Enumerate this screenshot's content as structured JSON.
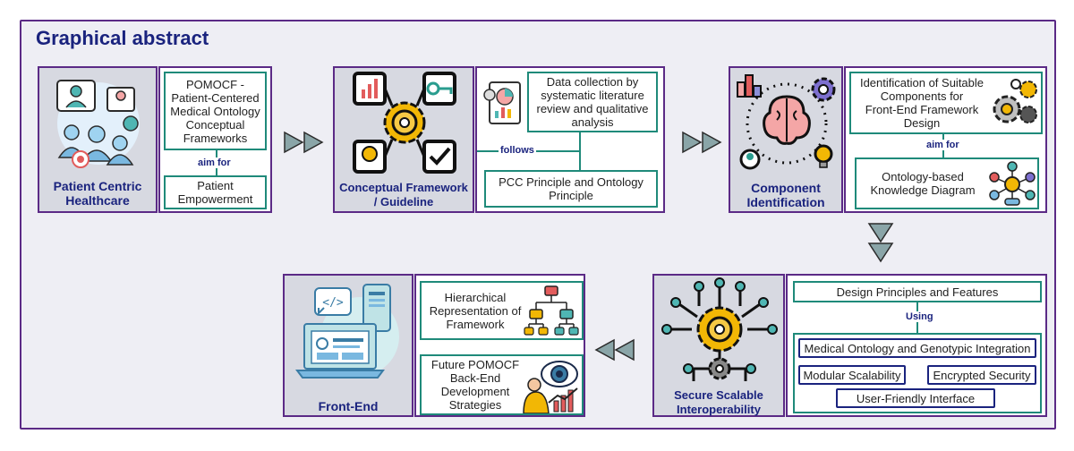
{
  "title": "Graphical abstract",
  "block1": {
    "caption_line1": "Patient Centric",
    "caption_line2": "Healthcare",
    "box_top_lines": [
      "POMOCF -",
      "Patient-Centered",
      "Medical Ontology",
      "Conceptual",
      "Frameworks"
    ],
    "connector": "aim for",
    "box_bottom_lines": [
      "Patient",
      "Empowerment"
    ]
  },
  "block2": {
    "caption_line1": "Conceptual Framework",
    "caption_line2": "/ Guideline",
    "box_top_lines": [
      "Data collection by",
      "systematic literature",
      "review and qualitative",
      "analysis"
    ],
    "connector": "follows",
    "box_bottom_lines": [
      "PCC Principle and Ontology",
      "Principle"
    ]
  },
  "block3": {
    "caption_line1": "Component",
    "caption_line2": "Identification",
    "box_top_lines": [
      "Identification of Suitable",
      "Components for",
      "Front-End Framework",
      "Design"
    ],
    "connector": "aim for",
    "box_bottom_lines": [
      "Ontology-based",
      "Knowledge Diagram"
    ]
  },
  "block4": {
    "caption_line1": "Secure Scalable",
    "caption_line2": "Interoperability",
    "header": "Design Principles and Features",
    "connector": "Using",
    "items": [
      "Medical Ontology and Genotypic Integration",
      "Modular Scalability",
      "Encrypted Security",
      "User-Friendly Interface"
    ]
  },
  "block5": {
    "caption": "Front-End",
    "box_top_lines": [
      "Hierarchical",
      "Representation of",
      "Framework"
    ],
    "box_bottom_lines": [
      "Future POMOCF",
      "Back-End",
      "Development",
      "Strategies"
    ]
  },
  "colors": {
    "frame": "#5b2a86",
    "caption": "#1a237e",
    "teal": "#1f8a7a",
    "gold": "#f2b705",
    "arrow": "#8aa5a8"
  },
  "icons": [
    "patient-care-icon",
    "framework-gear-icon",
    "brain-gear-icon",
    "network-gear-icon",
    "web-laptop-icon",
    "report-document-icon",
    "gears-icon",
    "knowledge-network-icon",
    "hierarchy-tree-icon",
    "eye-growth-icon"
  ]
}
